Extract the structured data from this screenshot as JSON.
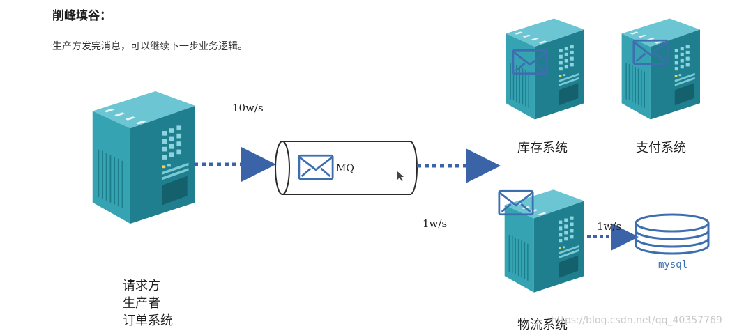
{
  "title": "削峰填谷：",
  "subtitle": "生产方发完消息，可以继续下一步业务逻辑。",
  "producer": {
    "lines": [
      "请求方",
      "生产者",
      "订单系统"
    ]
  },
  "rate_in": "10w/s",
  "rate_out": "1w/s",
  "rate_db": "1w/s",
  "queue_label": "MQ",
  "systems": {
    "inventory": "库存系统",
    "payment": "支付系统",
    "logistics": "物流系统"
  },
  "database_label": "mysql",
  "watermark": "https://blog.csdn.net/qq_40357769",
  "colors": {
    "server_front": "#36a3b3",
    "server_side": "#1f7f8f",
    "server_top": "#6cc5d2",
    "arrow": "#3a63a8",
    "mail": "#3d6fb0",
    "db": "#3d6fb0"
  }
}
